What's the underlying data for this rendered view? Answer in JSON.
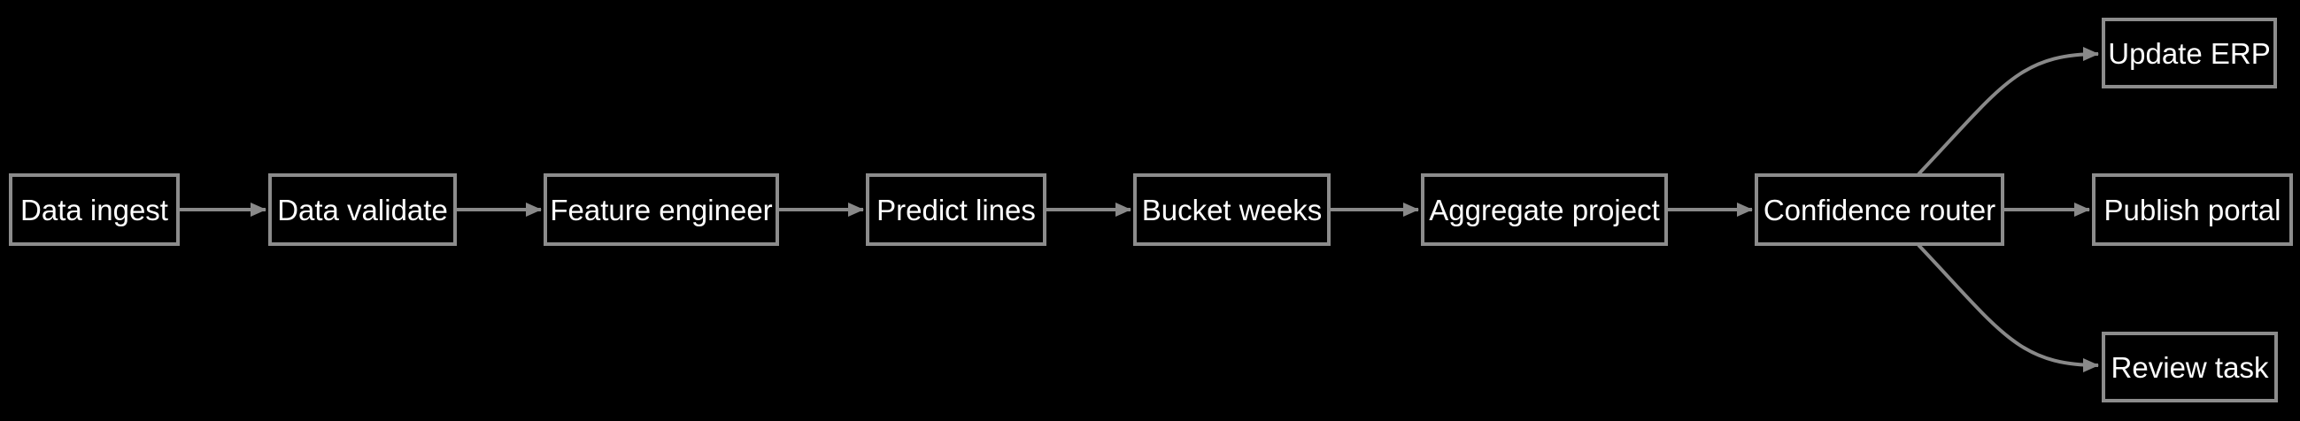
{
  "diagram": {
    "type": "flowchart",
    "direction": "left-to-right",
    "colors": {
      "background": "#000000",
      "node_fill": "#000000",
      "node_border": "#8c8c8c",
      "edge": "#898989",
      "text": "#ffffff"
    },
    "nodes": [
      {
        "id": "data-ingest",
        "label": "Data ingest"
      },
      {
        "id": "data-validate",
        "label": "Data validate"
      },
      {
        "id": "feature-engineer",
        "label": "Feature engineer"
      },
      {
        "id": "predict-lines",
        "label": "Predict lines"
      },
      {
        "id": "bucket-weeks",
        "label": "Bucket weeks"
      },
      {
        "id": "aggregate-project",
        "label": "Aggregate project"
      },
      {
        "id": "confidence-router",
        "label": "Confidence router"
      },
      {
        "id": "update-erp",
        "label": "Update ERP"
      },
      {
        "id": "publish-portal",
        "label": "Publish portal"
      },
      {
        "id": "review-task",
        "label": "Review task"
      }
    ],
    "edges": [
      {
        "from": "data-ingest",
        "to": "data-validate"
      },
      {
        "from": "data-validate",
        "to": "feature-engineer"
      },
      {
        "from": "feature-engineer",
        "to": "predict-lines"
      },
      {
        "from": "predict-lines",
        "to": "bucket-weeks"
      },
      {
        "from": "bucket-weeks",
        "to": "aggregate-project"
      },
      {
        "from": "aggregate-project",
        "to": "confidence-router"
      },
      {
        "from": "confidence-router",
        "to": "update-erp"
      },
      {
        "from": "confidence-router",
        "to": "publish-portal"
      },
      {
        "from": "confidence-router",
        "to": "review-task"
      }
    ]
  }
}
